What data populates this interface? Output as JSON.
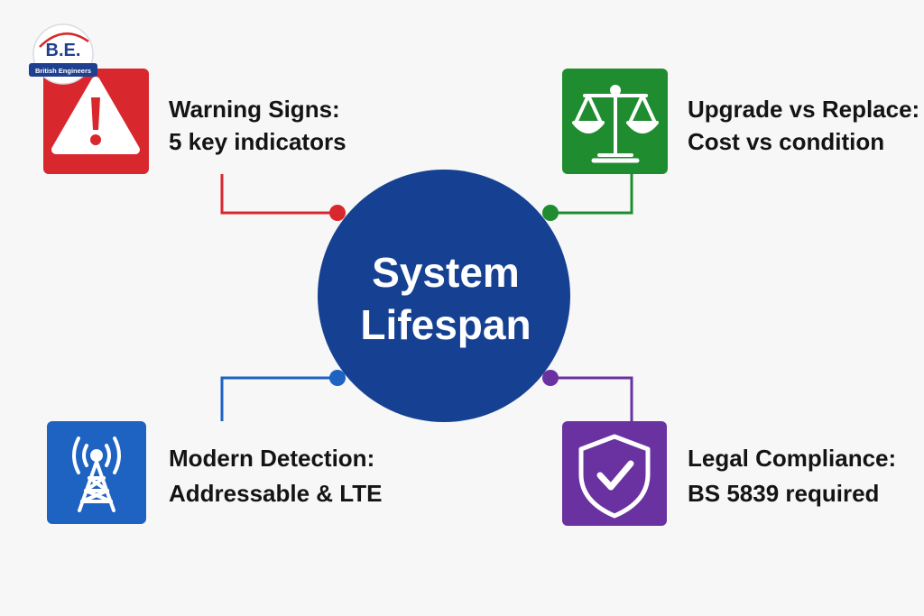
{
  "logo": {
    "initials": "B.E.",
    "name": "British Engineers",
    "primary_color": "#1f3f8f",
    "accent_color": "#d42a2a"
  },
  "hub": {
    "line1": "System",
    "line2": "Lifespan",
    "color": "#164192"
  },
  "nodes": {
    "warning": {
      "title": "Warning Signs:",
      "subtitle": "5 key indicators",
      "color": "#d9272e",
      "icon": "warning-triangle-icon"
    },
    "upgrade": {
      "title": "Upgrade vs Replace:",
      "subtitle": "Cost vs condition",
      "color": "#1f8c2f",
      "icon": "balance-scale-icon"
    },
    "detection": {
      "title": "Modern Detection:",
      "subtitle": "Addressable & LTE",
      "color": "#1e63c2",
      "icon": "radio-tower-icon"
    },
    "compliance": {
      "title": "Legal Compliance:",
      "subtitle": "BS 5839 required",
      "color": "#6a31a0",
      "icon": "shield-check-icon"
    }
  }
}
